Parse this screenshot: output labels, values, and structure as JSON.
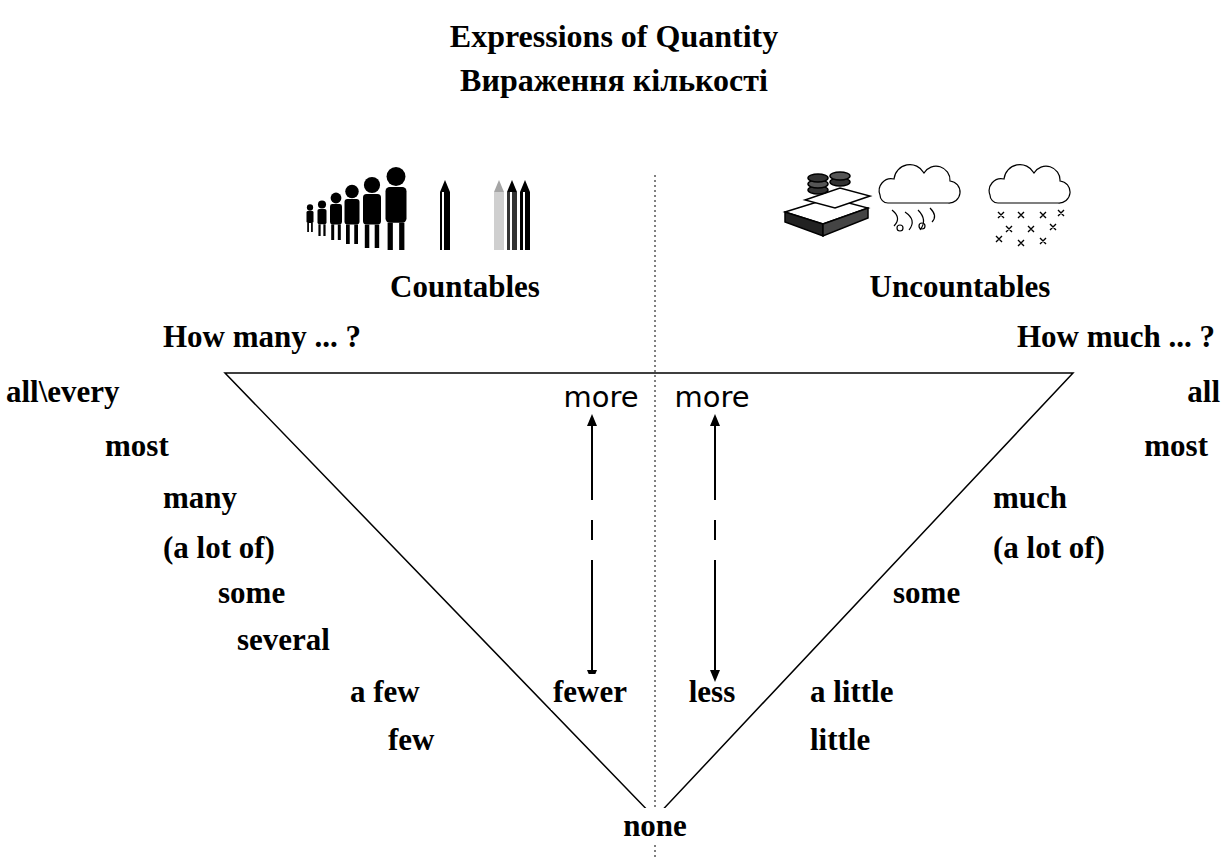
{
  "diagram": {
    "title": "Expressions of Quantity",
    "labels": [
      "Вираження кількості",
      "Countables",
      "Uncountables",
      "How many ... ?",
      "How much ... ?",
      "all\\every",
      "most",
      "many",
      "(a lot of)",
      "some",
      "several",
      "a few",
      "few",
      "more",
      "more",
      "fewer",
      "less",
      "all",
      "most",
      "much",
      "(a lot of)",
      "some",
      "a little",
      "little",
      "none"
    ]
  }
}
